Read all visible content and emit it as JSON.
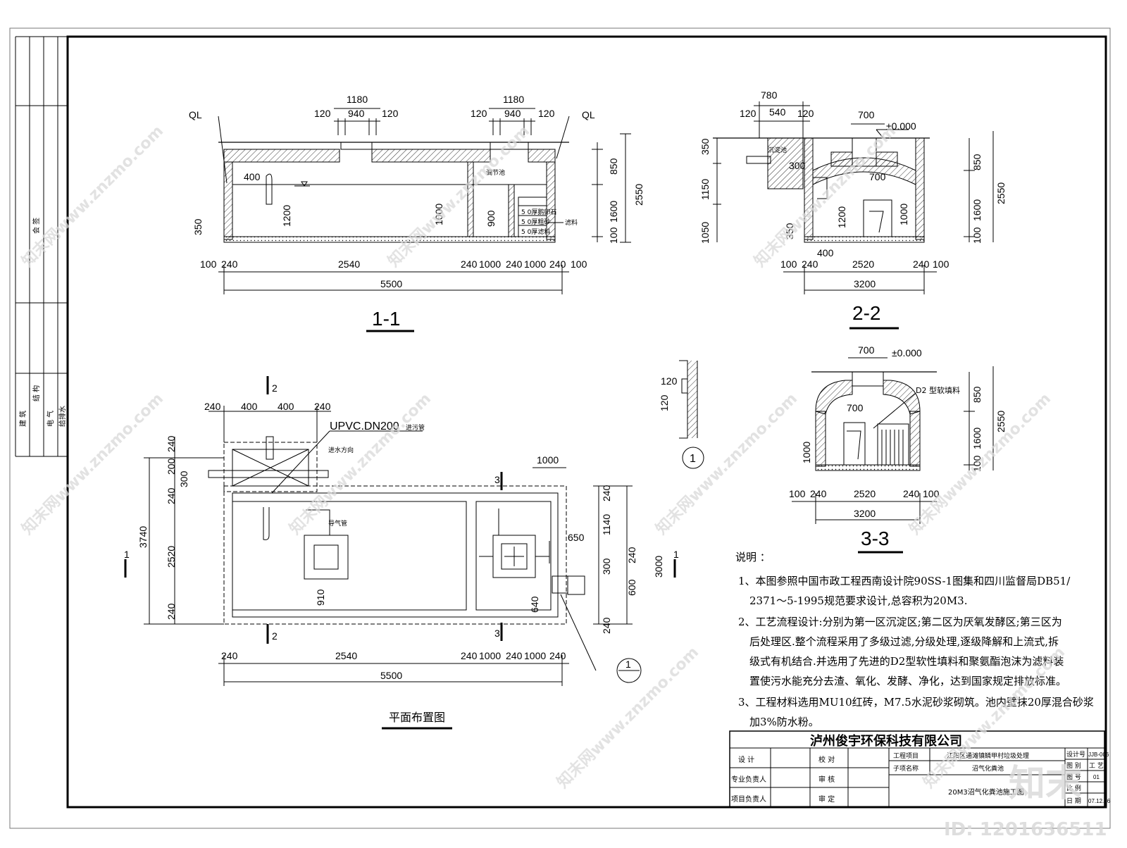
{
  "sections": {
    "s11": {
      "label": "1-1",
      "QL_left": "QL",
      "QL_right": "QL",
      "top_dims_left": [
        "1180",
        "120",
        "940",
        "120"
      ],
      "top_dims_right": [
        "1180",
        "120",
        "940",
        "120"
      ],
      "dim_400": "400",
      "dim_1200": "1200",
      "dim_350": "350",
      "dim_1000": "1000",
      "dim_900": "900",
      "right_dims": [
        "850",
        "1600",
        "100",
        "2550"
      ],
      "tank_label": "调节池",
      "filter_layers": [
        "5 0厚鹅卵石",
        "5 0厚粗砂",
        "5 0厚滤料"
      ],
      "filter_label": "滤料",
      "bottom_dims": [
        "100",
        "240",
        "2540",
        "240",
        "1000",
        "240",
        "1000",
        "240",
        "100"
      ],
      "total": "5500"
    },
    "s22": {
      "label": "2-2",
      "top_dims": [
        "780",
        "120",
        "540",
        "120",
        "700"
      ],
      "elev": "±0.000",
      "settle_label": "沉淀池",
      "left_dims": [
        "350",
        "1150",
        "1050",
        "350"
      ],
      "inner_dims": [
        "300",
        "700",
        "1200",
        "1000",
        "400"
      ],
      "right_dims": [
        "850",
        "1600",
        "100",
        "2550"
      ],
      "bottom_dims": [
        "100",
        "240",
        "2520",
        "240",
        "100"
      ],
      "total": "3200"
    },
    "s33": {
      "label": "3-3",
      "top_dim": "700",
      "elev": "±0.000",
      "fill_label": "D2 型软填料",
      "inner_dims": [
        "700",
        "1000"
      ],
      "right_dims": [
        "850",
        "1600",
        "100",
        "2550"
      ],
      "bottom_dims": [
        "100",
        "240",
        "2520",
        "240",
        "100"
      ],
      "total": "3200"
    },
    "detail": {
      "dims": [
        "120",
        "120"
      ],
      "mark": "1"
    }
  },
  "plan": {
    "title": "平面布置图",
    "pipe_label": "UPVC.DN200",
    "pipe_note": "进污管",
    "flow_dir": "进水方向",
    "gas_pipe": "导气管",
    "section_marks": [
      "1",
      "1",
      "2",
      "2",
      "3",
      "3"
    ],
    "top_dims": [
      "240",
      "400",
      "400",
      "240"
    ],
    "left_dims": [
      "240",
      "200",
      "300",
      "240",
      "2520",
      "240",
      "3740"
    ],
    "dim_1000": "1000",
    "dim_910": "910",
    "dim_640": "640",
    "right_dims": [
      "240",
      "1140",
      "240",
      "300",
      "600",
      "240",
      "3000"
    ],
    "dim_650": "650",
    "bottom_dims": [
      "240",
      "2540",
      "240",
      "1000",
      "240",
      "1000",
      "240"
    ],
    "total": "5500",
    "detail_mark": "1"
  },
  "notes": {
    "heading": "说明 ：",
    "lines": [
      "1、本图参照中国市政工程西南设计院90SS-1图集和四川监督局DB51/",
      "2371～5-1995规范要求设计,总容积为20M3.",
      "2、工艺流程设计:分别为第一区沉淀区;第二区为厌氧发酵区;第三区为",
      "后处理区.整个流程采用了多级过滤,分级处理,逐级降解和上流式,拆",
      "级式有机结合.并选用了先进的D2型软性填料和聚氨酯泡沫为滤料装",
      "置使污水能充分去渣、氧化、发酵、净化，达到国家规定排放标准。",
      "3、工程材料选用MU10红砖，M7.5水泥砂浆砌筑。池内壁抹20厚混合砂浆",
      "加3%防水粉。"
    ]
  },
  "title_block": {
    "company": "泸州俊宇环保科技有限公司",
    "design": "设 计",
    "check": "校 对",
    "prof_lead": "专业负责人",
    "review": "审 核",
    "proj_lead": "项目负责人",
    "approve": "审 定",
    "project_label": "工程项目",
    "project": "江阳区通滩镇鳞甲村垃圾处理",
    "sub_label": "子项名称",
    "sub": "沼气化粪池",
    "drawing_name": "20M3沼气化粪池施工图",
    "right_labels": [
      "设计号",
      "图 别",
      "图 号",
      "比 例",
      "日 期"
    ],
    "right_values": [
      "JJB-006",
      "工 艺",
      "01",
      "",
      "07.12.06"
    ]
  },
  "side_table": {
    "top_label": "会 签",
    "rows": [
      "建 筑",
      "结 构",
      "电 气",
      "给排水"
    ]
  },
  "watermarks": {
    "site": "知末网www.znzmo.com",
    "logo": "知末",
    "id": "ID: 1201636511"
  }
}
